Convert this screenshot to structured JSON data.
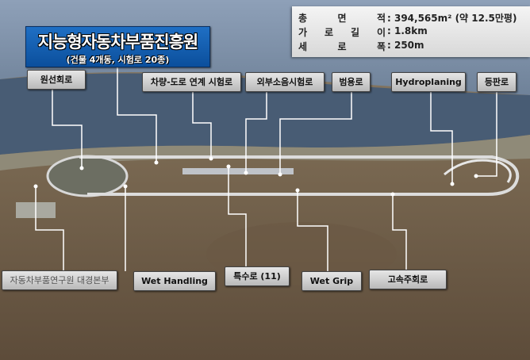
{
  "title": {
    "main": "지능형자동차부품진흥원",
    "sub": "(건물 4개동, 시험로 20종)"
  },
  "info": [
    {
      "key_chars": [
        "총",
        "면",
        "적"
      ],
      "value": ": 394,565m² (약 12.5만평)"
    },
    {
      "key_chars": [
        "가",
        "로",
        "길",
        "이"
      ],
      "value": ": 1.8km"
    },
    {
      "key_chars": [
        "세",
        "로",
        "폭"
      ],
      "value": ": 250m"
    }
  ],
  "labels_top": [
    "원선회로",
    "차량-도로 연계 시험로",
    "외부소음시험로",
    "범용로",
    "Hydroplaning",
    "등판로"
  ],
  "labels_bottom": [
    "자동차부품연구원 대경본부",
    "Wet Handling",
    "특수로 (11)",
    "Wet Grip",
    "고속주회로"
  ],
  "colors": {
    "title_bg": "#0b5aa8",
    "label_bg": "#cfcfcf",
    "leader_line": "#ffffff",
    "river": "#4a5f78",
    "land": "#7a6a55"
  }
}
